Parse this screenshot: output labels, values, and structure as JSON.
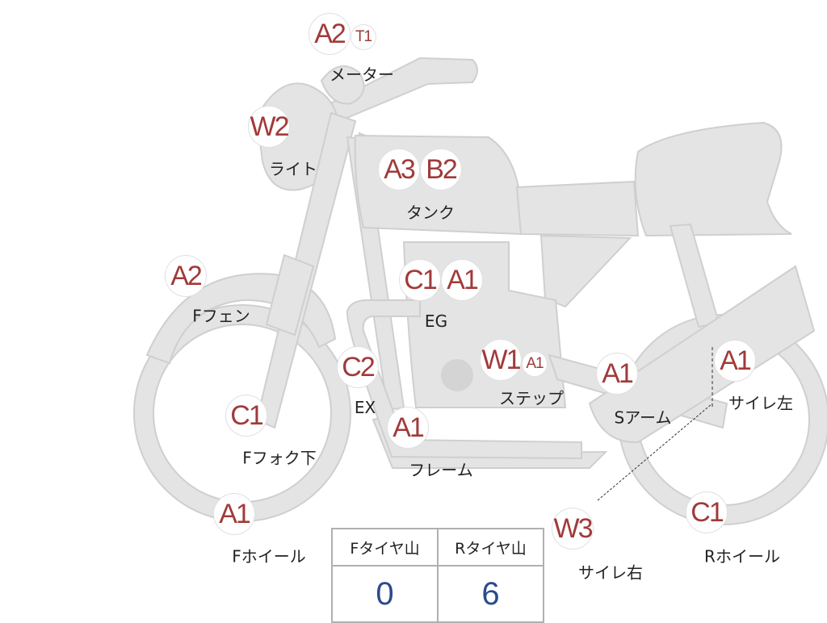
{
  "parts": [
    {
      "id": "meter",
      "badges": [
        "A2",
        "T1"
      ],
      "label": "メーター"
    },
    {
      "id": "light",
      "badges": [
        "W2"
      ],
      "label": "ライト"
    },
    {
      "id": "tank",
      "badges": [
        "A3",
        "B2"
      ],
      "label": "タンク"
    },
    {
      "id": "f-fender",
      "badges": [
        "A2"
      ],
      "label": "Fフェン"
    },
    {
      "id": "engine",
      "badges": [
        "C1",
        "A1"
      ],
      "label": "EG"
    },
    {
      "id": "exhaust",
      "badges": [
        "C2"
      ],
      "label": "EX"
    },
    {
      "id": "step",
      "badges": [
        "W1",
        "A1"
      ],
      "label": "ステップ"
    },
    {
      "id": "s-arm",
      "badges": [
        "A1"
      ],
      "label": "Sアーム"
    },
    {
      "id": "muffler-left",
      "badges": [
        "A1"
      ],
      "label": "サイレ左"
    },
    {
      "id": "f-fork-lower",
      "badges": [
        "C1"
      ],
      "label": "Fフォク下"
    },
    {
      "id": "frame",
      "badges": [
        "A1"
      ],
      "label": "フレーム"
    },
    {
      "id": "f-wheel",
      "badges": [
        "A1"
      ],
      "label": "Fホイール"
    },
    {
      "id": "muffler-right",
      "badges": [
        "W3"
      ],
      "label": "サイレ右"
    },
    {
      "id": "r-wheel",
      "badges": [
        "C1"
      ],
      "label": "Rホイール"
    }
  ],
  "tread": {
    "front_header": "Fタイヤ山",
    "rear_header": "Rタイヤ山",
    "front_value": "0",
    "rear_value": "6"
  },
  "colors": {
    "bike_fill": "#e4e4e4",
    "bike_stroke": "#cfcfcf",
    "grade_text": "#a13a3a",
    "tread_value": "#2c4a8c"
  }
}
